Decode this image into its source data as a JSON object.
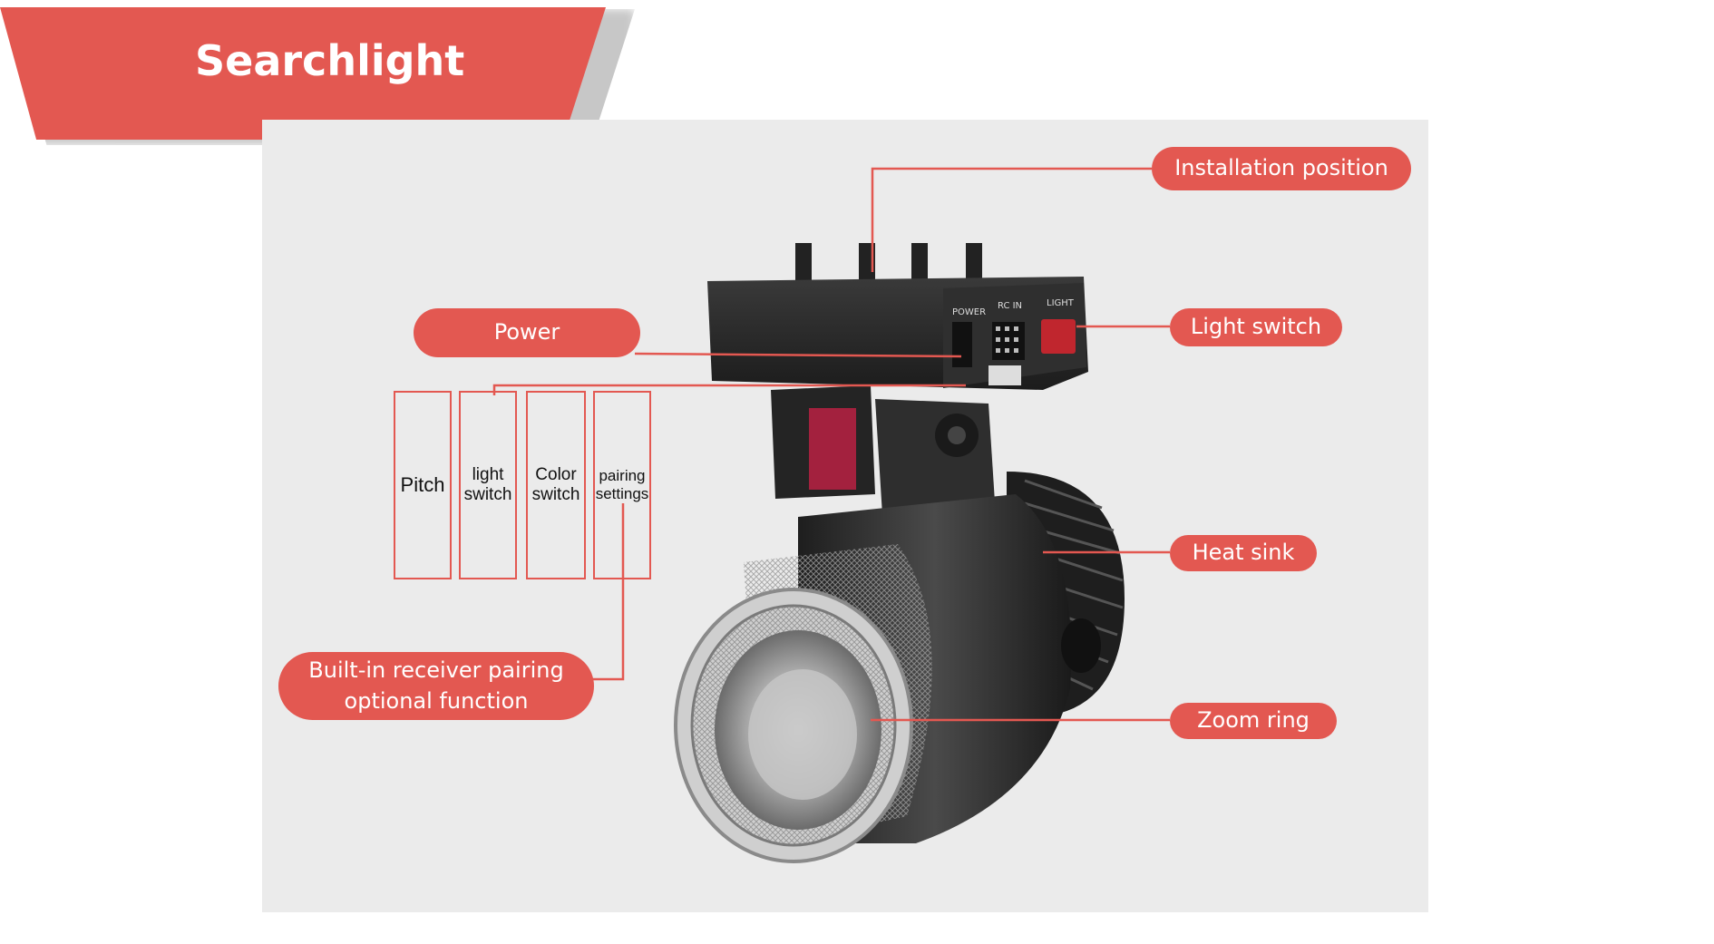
{
  "title": "Searchlight",
  "callouts": {
    "installation_position": "Installation position",
    "power": "Power",
    "light_switch": "Light switch",
    "heat_sink": "Heat sink",
    "zoom_ring": "Zoom ring",
    "receiver_line1": "Built-in receiver pairing",
    "receiver_line2": "optional function"
  },
  "dip_switch_labels": {
    "pitch": "Pitch",
    "light_switch_line1": "light",
    "light_switch_line2": "switch",
    "color_switch_line1": "Color",
    "color_switch_line2": "switch",
    "pairing_line1": "pairing",
    "pairing_line2": "settings"
  },
  "device_panel": {
    "power": "POWER",
    "rc_in": "RC IN",
    "light": "LIGHT"
  },
  "colors": {
    "accent": "#e35851",
    "photo_background": "#ebebeb",
    "device_body": "#2b2b2b"
  }
}
